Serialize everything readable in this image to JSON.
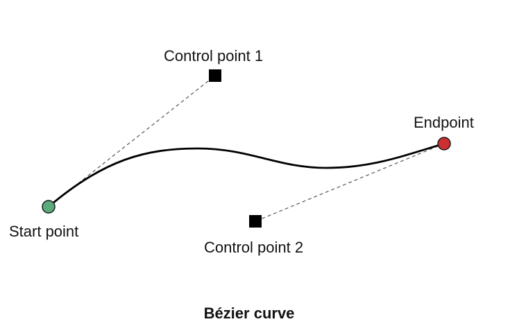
{
  "labels": {
    "control_point_1": "Control point 1",
    "control_point_2": "Control point 2",
    "start_point": "Start point",
    "endpoint": "Endpoint"
  },
  "caption": "Bézier curve",
  "colors": {
    "start_point_fill": "#5aaa7a",
    "endpoint_fill": "#cc2f2f",
    "curve": "#000000",
    "handle_line": "#555555",
    "control_point_fill": "#000000"
  }
}
